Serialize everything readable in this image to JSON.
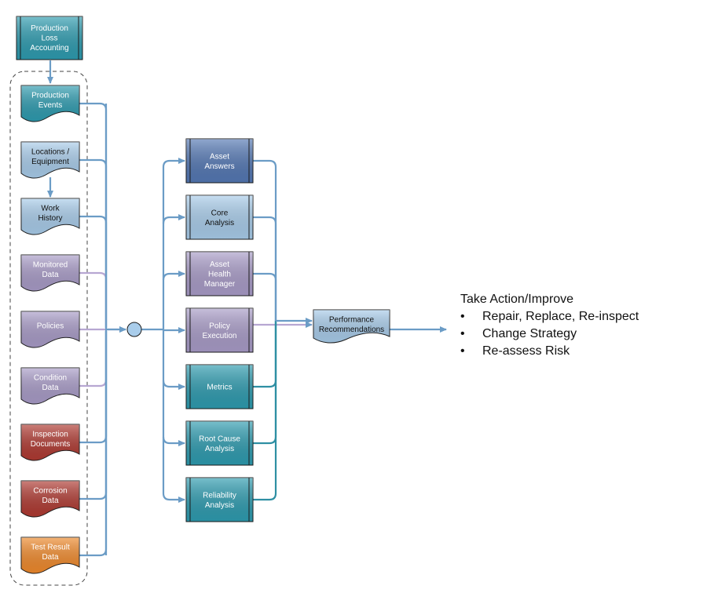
{
  "sources": {
    "top": "Production Loss Accounting",
    "docs": [
      {
        "id": "production-events",
        "label": "Production Events",
        "color": "#2e9cb0",
        "text": "light"
      },
      {
        "id": "locations-equipment",
        "label": "Locations / Equipment",
        "color": "#a9cdeb",
        "text": "dark"
      },
      {
        "id": "work-history",
        "label": "Work History",
        "color": "#a9cdeb",
        "text": "dark"
      },
      {
        "id": "monitored-data",
        "label": "Monitored Data",
        "color": "#a99cc8",
        "text": "light"
      },
      {
        "id": "policies",
        "label": "Policies",
        "color": "#a99cc8",
        "text": "light"
      },
      {
        "id": "condition-data",
        "label": "Condition Data",
        "color": "#a99cc8",
        "text": "light"
      },
      {
        "id": "inspection-documents",
        "label": "Inspection Documents",
        "color": "#b03a32",
        "text": "light"
      },
      {
        "id": "corrosion-data",
        "label": "Corrosion Data",
        "color": "#b03a32",
        "text": "light"
      },
      {
        "id": "test-result-data",
        "label": "Test Result Data",
        "color": "#f08a2c",
        "text": "light"
      }
    ]
  },
  "processes": [
    {
      "id": "asset-answers",
      "label": "Asset Answers",
      "color": "#5478b4",
      "text": "light"
    },
    {
      "id": "core-analysis",
      "label": "Core Analysis",
      "color": "#a9cdeb",
      "text": "dark"
    },
    {
      "id": "asset-health-manager",
      "label": "Asset Health Manager",
      "color": "#a99cc8",
      "text": "light"
    },
    {
      "id": "policy-execution",
      "label": "Policy Execution",
      "color": "#a99cc8",
      "text": "light"
    },
    {
      "id": "metrics",
      "label": "Metrics",
      "color": "#2e9cb0",
      "text": "light"
    },
    {
      "id": "root-cause-analysis",
      "label": "Root Cause Analysis",
      "color": "#2e9cb0",
      "text": "light"
    },
    {
      "id": "reliability-analysis",
      "label": "Reliability Analysis",
      "color": "#2e9cb0",
      "text": "light"
    }
  ],
  "output": {
    "label": "Performance Recommendations",
    "color": "#a9cdeb"
  },
  "actions": {
    "title": "Take Action/Improve",
    "items": [
      "Repair, Replace, Re-inspect",
      "Change Strategy",
      "Re-assess Risk"
    ]
  },
  "colors": {
    "connector": "#6b9cc6",
    "purple_connector": "#b7a7d2",
    "teal_connector": "#2e8fa3",
    "junction_fill": "#a9cdeb",
    "group_border": "#444444"
  }
}
